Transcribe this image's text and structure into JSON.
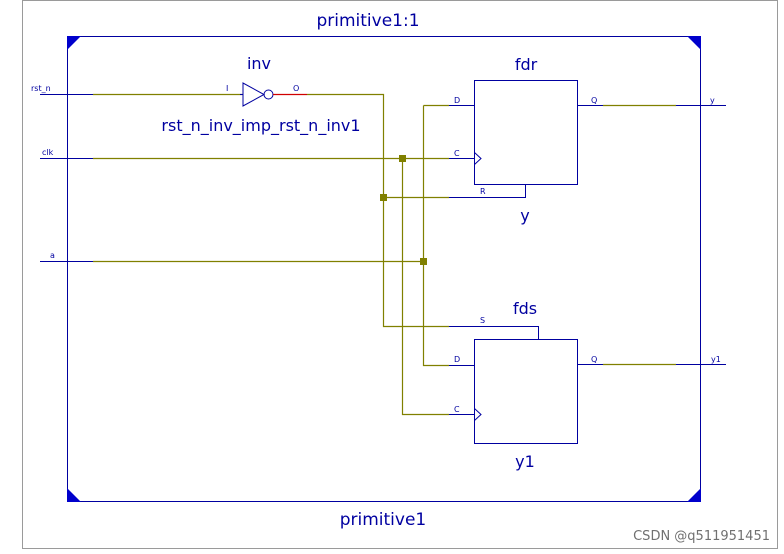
{
  "module": {
    "name": "primitive1:1",
    "footer": "primitive1"
  },
  "ports": {
    "in": [
      "rst_n",
      "clk",
      "a"
    ],
    "out": [
      "y",
      "y1"
    ]
  },
  "inverter": {
    "type": "inv",
    "instance": "rst_n_inv_imp_rst_n_inv1",
    "pin_in": "I",
    "pin_out": "O"
  },
  "fdr": {
    "type": "fdr",
    "instance": "y",
    "pins": {
      "d": "D",
      "c": "C",
      "r": "R",
      "q": "Q"
    }
  },
  "fds": {
    "type": "fds",
    "instance": "y1",
    "pins": {
      "s": "S",
      "d": "D",
      "c": "C",
      "q": "Q"
    }
  },
  "watermark": "CSDN @q511951451",
  "colors": {
    "frame": "#0000a0",
    "net": "#808000",
    "inverter_out": "#d00000"
  }
}
